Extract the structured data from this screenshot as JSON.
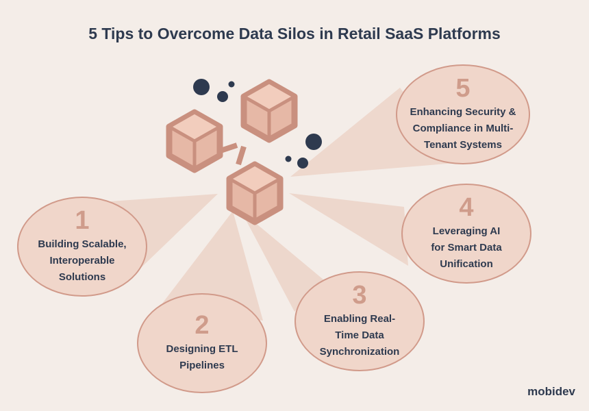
{
  "title": "5 Tips to Overcome Data Silos in Retail SaaS Platforms",
  "tips": [
    {
      "number": "1",
      "label": "Building Scalable,\nInteroperable\nSolutions"
    },
    {
      "number": "2",
      "label": "Designing ETL\nPipelines"
    },
    {
      "number": "3",
      "label": "Enabling Real-\nTime Data\nSynchronization"
    },
    {
      "number": "4",
      "label": "Leveraging AI\nfor Smart Data\nUnification"
    },
    {
      "number": "5",
      "label": "Enhancing Security &\nCompliance in Multi-\nTenant Systems"
    }
  ],
  "brand": "mobidev",
  "colors": {
    "background": "#f4ede8",
    "circle_fill": "#f0d6ca",
    "circle_border": "#d19a8a",
    "number": "#cf9c8b",
    "text": "#2e3a4f",
    "beam": "#ecd4c8",
    "hex_stroke": "#c9907f",
    "hex_light": "#f2cdbd",
    "hex_dark": "#e6b8a6",
    "dot": "#2e3a4f"
  }
}
